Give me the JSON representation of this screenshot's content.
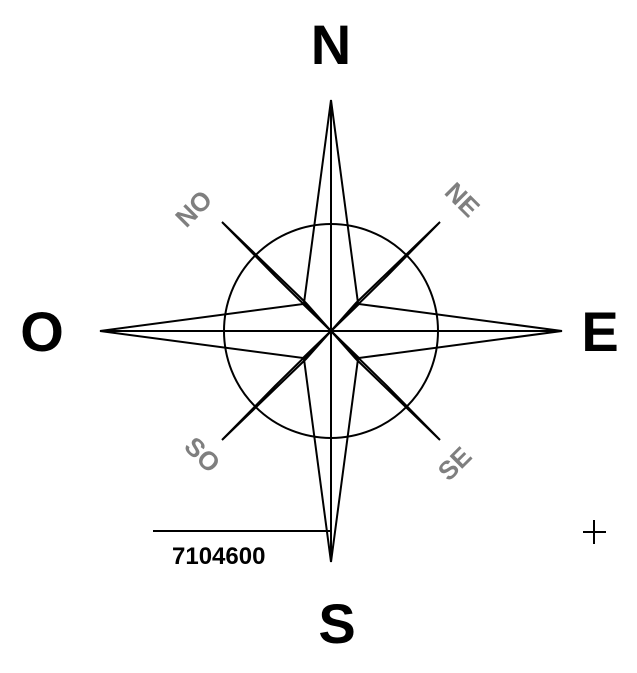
{
  "cardinals": {
    "north": "N",
    "east": "E",
    "south": "S",
    "west": "O"
  },
  "intercardinals": {
    "northeast": "NE",
    "southeast": "SE",
    "southwest": "SO",
    "northwest": "NO"
  },
  "grid": {
    "northing_label": "7104600"
  },
  "colors": {
    "cardinal_text": "#000000",
    "intercardinal_text": "#7f7f7f",
    "rose_stroke": "#000000",
    "background": "#ffffff"
  }
}
